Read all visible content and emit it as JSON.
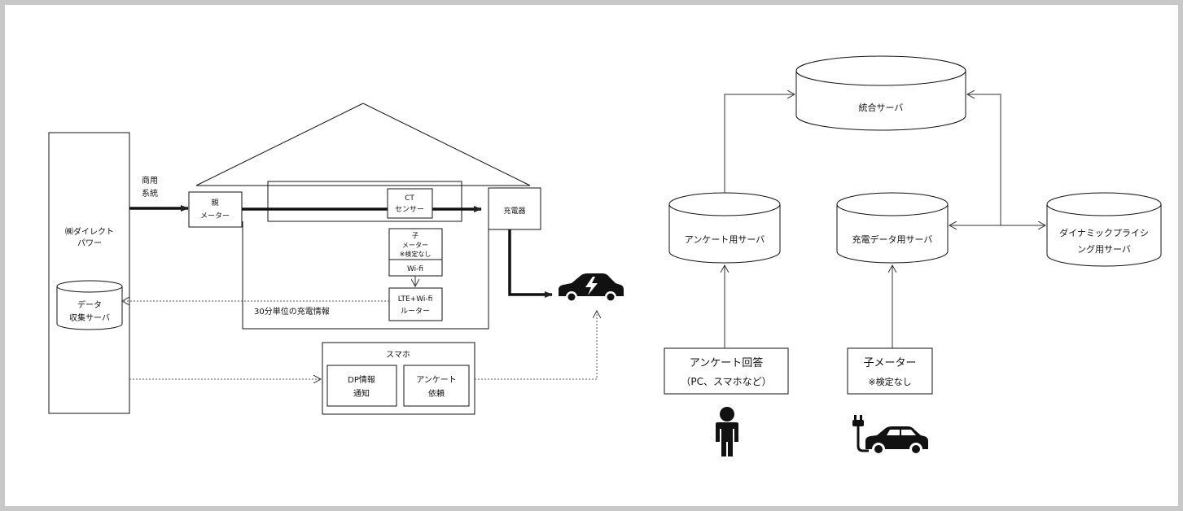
{
  "colors": {
    "frame": "#c8c8c8",
    "line": "#111111",
    "arrow": "#333333",
    "dotted": "#555555"
  },
  "left": {
    "company": [
      "㈱ダイレクト",
      "パワー"
    ],
    "data_server": [
      "データ",
      "収集サーバ"
    ],
    "grid_label": [
      "商用",
      "系統"
    ],
    "parent_meter": [
      "親",
      "メーター"
    ],
    "ct_sensor": [
      "CT",
      "センサー"
    ],
    "charger": "充電器",
    "child_meter": [
      "子",
      "メーター",
      "※検定なし"
    ],
    "wifi": "Wi-fi",
    "router": [
      "LTE+Wi-fi",
      "ルーター"
    ],
    "interval_label": "30分単位の充電情報",
    "smartphone": {
      "title": "スマホ",
      "dp_box": [
        "DP情報",
        "通知"
      ],
      "survey_box": [
        "アンケート",
        "依頼"
      ]
    },
    "ev_icon": "electric-car-icon"
  },
  "right": {
    "integrated_server": "統合サーバ",
    "survey_server": "アンケート用サーバ",
    "charge_server": "充電データ用サーバ",
    "dynamic_server": [
      "ダイナミックプライシ",
      "ング用サーバ"
    ],
    "survey_answer": [
      "アンケート回答",
      "（PC、スマホなど）"
    ],
    "child_meter": [
      "子メーター",
      "※検定なし"
    ],
    "person_icon": "person-icon",
    "ev_plug_icon": "ev-plug-car-icon"
  }
}
